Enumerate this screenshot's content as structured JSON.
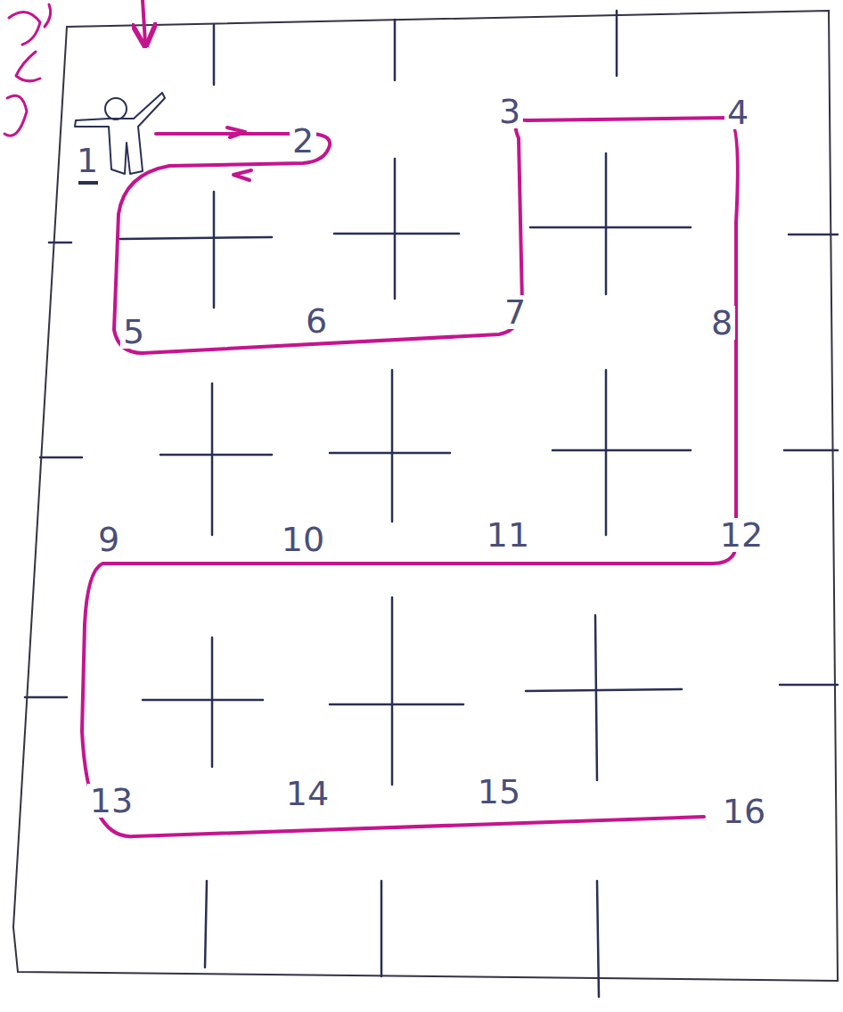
{
  "diagram": {
    "labels": [
      "1",
      "2",
      "3",
      "4",
      "5",
      "6",
      "7",
      "8",
      "9",
      "10",
      "11",
      "12",
      "13",
      "14",
      "15",
      "16"
    ]
  }
}
